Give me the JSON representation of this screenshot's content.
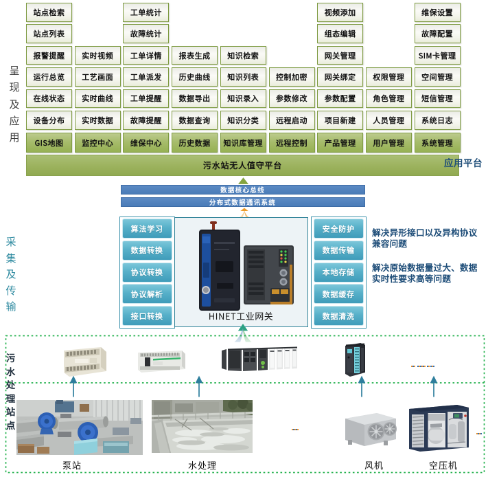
{
  "diagram": {
    "layers": {
      "presentation_label": "呈现及应用",
      "collection_label": "采集及传输",
      "site_label": "污水处理站点"
    },
    "grid_columns": [
      {
        "header": "GIS地图",
        "items": [
          "站点检索",
          "站点列表",
          "报警提醒",
          "运行总览",
          "在线状态",
          "设备分布"
        ]
      },
      {
        "header": "监控中心",
        "items": [
          "实时视频",
          "工艺画面",
          "实时曲线",
          "实时数据"
        ]
      },
      {
        "header": "维保中心",
        "items": [
          "工单统计",
          "故障统计",
          "工单详情",
          "工单派发",
          "工单提醒",
          "故障提醒"
        ]
      },
      {
        "header": "历史数据",
        "items": [
          "报表生成",
          "历史曲线",
          "数据导出",
          "数据查询"
        ]
      },
      {
        "header": "知识库管理",
        "items": [
          "知识检索",
          "知识列表",
          "知识录入",
          "知识分类"
        ]
      },
      {
        "header": "远程控制",
        "items": [
          "控制加密",
          "参数修改",
          "远程启动"
        ]
      },
      {
        "header": "产品管理",
        "items": [
          "视频添加",
          "组态编辑",
          "网关管理",
          "网关绑定",
          "参数配置",
          "项目新建"
        ]
      },
      {
        "header": "用户管理",
        "items": [
          "权限管理",
          "角色管理",
          "人员管理"
        ]
      },
      {
        "header": "系统管理",
        "items": [
          "维保设置",
          "故障配置",
          "SIM卡管理",
          "空间管理",
          "短信管理",
          "系统日志"
        ]
      }
    ],
    "platform_bar_label": "污水站无人值守平台",
    "application_platform_tag": "应用平台",
    "bus_bars": [
      "数据核心总线",
      "分布式数据通讯系统"
    ],
    "gateway": {
      "left_functions": [
        "算法学习",
        "数据转换",
        "协议转换",
        "协议解析",
        "接口转换"
      ],
      "right_functions": [
        "安全防护",
        "数据传输",
        "本地存储",
        "数据缓存",
        "数据清洗"
      ],
      "label": "HINET工业网关"
    },
    "notes": [
      {
        "lines": [
          "解决异形接口以及异构协议",
          "兼容问题"
        ]
      },
      {
        "lines": [
          "解决原始数据量过大、数据",
          "实时性要求高等问题"
        ]
      }
    ],
    "site": {
      "equipment_labels": [
        "泵站",
        "水处理",
        "风机",
        "空压机"
      ],
      "ellipsis": "......"
    },
    "colors": {
      "box_border_olive": "#7E9B42",
      "header_green": "#9BBB59",
      "platform_bar_green": "#9CB25E",
      "bus_bar_blue": "#4F81BD",
      "teal_button": "#45A3BF",
      "gateway_border_teal": "#2C8096",
      "note_text_blue": "#1F4E79",
      "dashed_border_green": "#22B14C",
      "arrow_orange": "#EF9B2D",
      "site_arrow_teal": "#2F7F9D"
    }
  }
}
